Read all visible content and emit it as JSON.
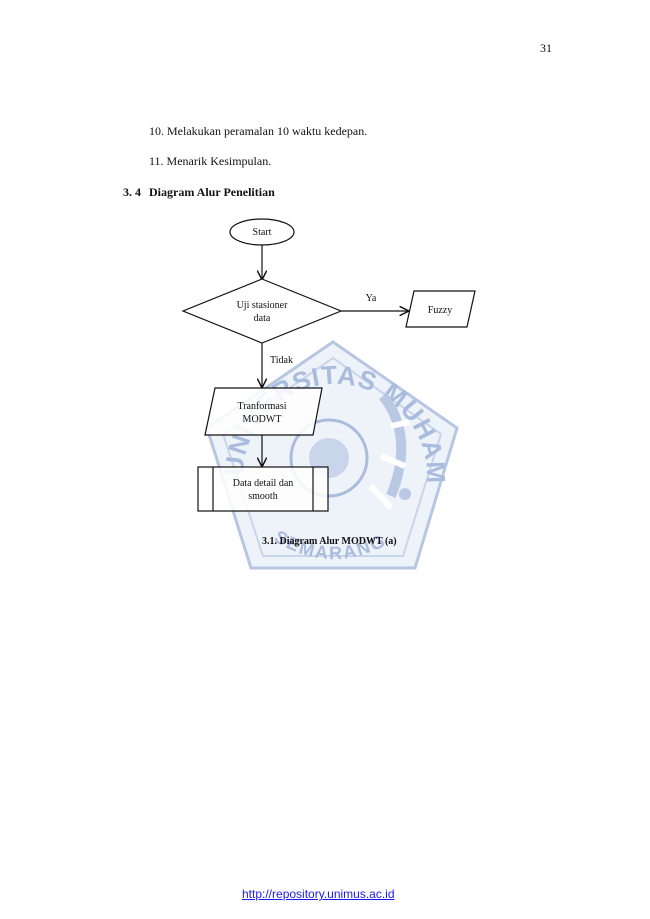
{
  "page_number": "31",
  "list_items": [
    "10. Melakukan peramalan 10 waktu kedepan.",
    "11. Menarik Kesimpulan."
  ],
  "section": {
    "number": "3. 4",
    "title": "Diagram Alur Penelitian"
  },
  "flowchart": {
    "start_label": "Start",
    "decision_line1": "Uji stasioner",
    "decision_line2": "data",
    "yes_label": "Ya",
    "fuzzy_label": "Fuzzy",
    "no_label": "Tidak",
    "transform_line1": "Tranformasi",
    "transform_line2": "MODWT",
    "process_line1": "Data detail dan",
    "process_line2": "smooth"
  },
  "watermark": {
    "top_text": "UNIVERSITAS MUHAMMADIYAH",
    "bottom_text": "SEMARANG",
    "color": "#9db3d8"
  },
  "caption": "3.1. Diagram Alur MODWT (a)",
  "footer_link": "http://repository.unimus.ac.id",
  "colors": {
    "link": "#1a1aee",
    "ink": "#111111"
  }
}
